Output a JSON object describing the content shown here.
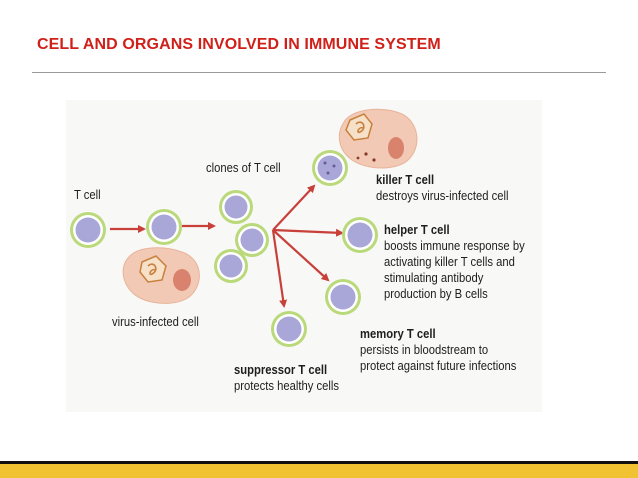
{
  "slide": {
    "title": "CELL AND ORGANS INVOLVED IN IMMUNE SYSTEM"
  },
  "diagram": {
    "labels": {
      "t_cell": "T cell",
      "clones": "clones of T cell",
      "virus_infected": "virus-infected cell",
      "killer_title": "killer T cell",
      "killer_desc": "destroys virus-infected cell",
      "helper_title": "helper T cell",
      "helper_desc_1": "boosts immune response by",
      "helper_desc_2": "activating killer T cells and",
      "helper_desc_3": "stimulating antibody",
      "helper_desc_4": "production by B cells",
      "memory_title": "memory T cell",
      "memory_desc_1": "persists in bloodstream to",
      "memory_desc_2": "protect against future infections",
      "suppressor_title": "suppressor T cell",
      "suppressor_desc": "protects healthy cells"
    },
    "colors": {
      "cell_ring": "#b9d97a",
      "cell_nucleus": "#a9a6d8",
      "arrow": "#c8403a",
      "infected_body": "#f2c9b4",
      "infected_nucleus": "#d9826e",
      "virus": "#c8803c"
    }
  },
  "footer": {
    "colors": {
      "band": "#f1c232",
      "rule": "#111111"
    }
  }
}
